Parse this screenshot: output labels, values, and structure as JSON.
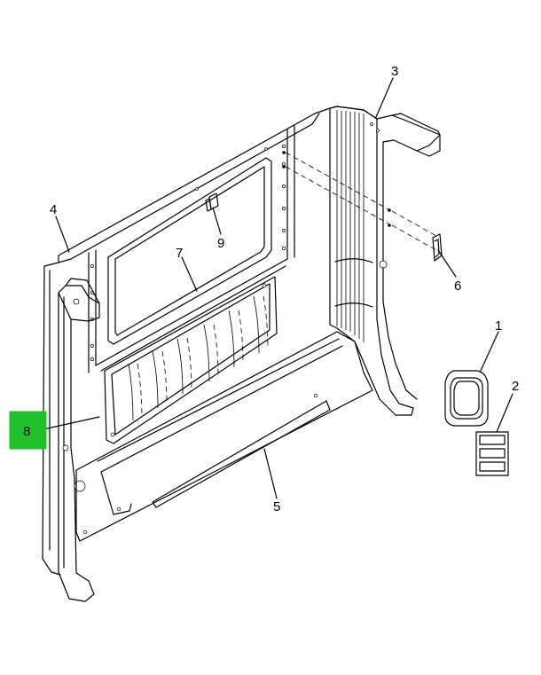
{
  "highlight_color": "#22c02b",
  "callouts": {
    "c1": "1",
    "c2": "2",
    "c3": "3",
    "c4": "4",
    "c5": "5",
    "c6": "6",
    "c7": "7",
    "c8": "8",
    "c9": "9"
  }
}
